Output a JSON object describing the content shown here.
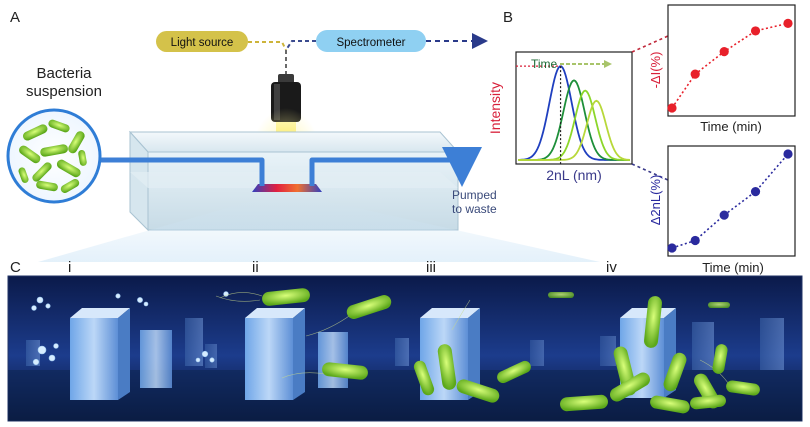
{
  "panels": {
    "a": "A",
    "b": "B",
    "c": "C"
  },
  "panel_a": {
    "light_source": "Light source",
    "spectrometer": "Spectrometer",
    "bacteria_line1": "Bacteria",
    "bacteria_line2": "suspension",
    "pumped_line1": "Pumped",
    "pumped_line2": "to waste"
  },
  "panel_b": {
    "spectra": {
      "time_label": "Time",
      "ylabel": "Intensity",
      "xlabel": "2nL (nm)",
      "peaks": [
        {
          "center": 0.38,
          "height": 0.92,
          "width": 0.1,
          "color": "#1f3fbf"
        },
        {
          "center": 0.5,
          "height": 0.78,
          "width": 0.095,
          "color": "#1e8f3a"
        },
        {
          "center": 0.6,
          "height": 0.68,
          "width": 0.09,
          "color": "#8cd62a"
        },
        {
          "center": 0.7,
          "height": 0.58,
          "width": 0.085,
          "color": "#b8d83a"
        }
      ]
    },
    "intensity_plot": {
      "ylabel": "-ΔI(%)",
      "xlabel": "Time (min)",
      "color": "#e8202a",
      "points": [
        [
          0.0,
          0.0
        ],
        [
          0.2,
          0.36
        ],
        [
          0.45,
          0.6
        ],
        [
          0.72,
          0.82
        ],
        [
          1.0,
          0.9
        ]
      ]
    },
    "thickness_plot": {
      "ylabel": "Δ2nL(%)",
      "xlabel": "Time (min)",
      "color": "#2a2a9e",
      "points": [
        [
          0.0,
          0.0
        ],
        [
          0.2,
          0.08
        ],
        [
          0.45,
          0.35
        ],
        [
          0.72,
          0.6
        ],
        [
          1.0,
          1.0
        ]
      ]
    }
  },
  "panel_c": {
    "stages": [
      "i",
      "ii",
      "iii",
      "iv"
    ]
  }
}
